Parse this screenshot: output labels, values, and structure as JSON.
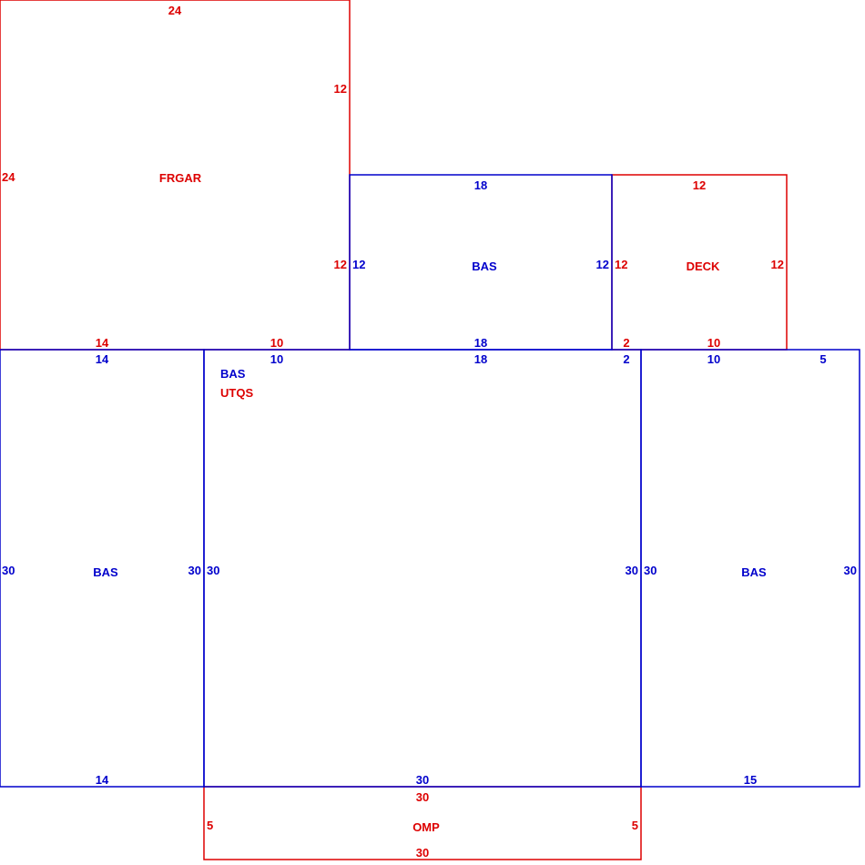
{
  "colors": {
    "living": "#0000cc",
    "other": "#dd0000"
  },
  "areas": [
    {
      "code": "FRGAR",
      "kind": "other",
      "dimensions": [
        {
          "id": "frgar-top",
          "value": "24"
        },
        {
          "id": "frgar-right-upper",
          "value": "12"
        },
        {
          "id": "frgar-left",
          "value": "24"
        },
        {
          "id": "frgar-right-lower",
          "value": "12"
        },
        {
          "id": "frgar-bottom-left",
          "value": "14"
        },
        {
          "id": "frgar-bottom-right",
          "value": "10"
        }
      ]
    },
    {
      "code": "BAS",
      "kind": "living",
      "dimensions": [
        {
          "id": "bas-top-top",
          "value": "18"
        },
        {
          "id": "bas-top-left",
          "value": "12"
        },
        {
          "id": "bas-top-right",
          "value": "12"
        },
        {
          "id": "bas-top-bottom",
          "value": "18"
        }
      ]
    },
    {
      "code": "DECK",
      "kind": "other",
      "dimensions": [
        {
          "id": "deck-top",
          "value": "12"
        },
        {
          "id": "deck-left",
          "value": "12"
        },
        {
          "id": "deck-right",
          "value": "12"
        },
        {
          "id": "deck-bottom-left",
          "value": "2"
        },
        {
          "id": "deck-bottom-right",
          "value": "10"
        }
      ]
    },
    {
      "code": "BAS",
      "kind": "living",
      "dimensions": [
        {
          "id": "bas-left-top",
          "value": "14"
        },
        {
          "id": "bas-left-left",
          "value": "30"
        },
        {
          "id": "bas-left-right",
          "value": "30"
        },
        {
          "id": "bas-left-bottom",
          "value": "14"
        }
      ]
    },
    {
      "code": "BAS",
      "secondary_code": "UTQS",
      "kind": "living",
      "dimensions": [
        {
          "id": "bas-center-top-left",
          "value": "10"
        },
        {
          "id": "bas-center-top-mid",
          "value": "18"
        },
        {
          "id": "bas-center-top-right",
          "value": "2"
        },
        {
          "id": "bas-center-left",
          "value": "30"
        },
        {
          "id": "bas-center-right",
          "value": "30"
        },
        {
          "id": "bas-center-bottom",
          "value": "30"
        }
      ]
    },
    {
      "code": "BAS",
      "kind": "living",
      "dimensions": [
        {
          "id": "bas-right-top-left",
          "value": "10"
        },
        {
          "id": "bas-right-top-right",
          "value": "5"
        },
        {
          "id": "bas-right-left",
          "value": "30"
        },
        {
          "id": "bas-right-right",
          "value": "30"
        },
        {
          "id": "bas-right-bottom",
          "value": "15"
        }
      ]
    },
    {
      "code": "OMP",
      "kind": "other",
      "dimensions": [
        {
          "id": "omp-top",
          "value": "30"
        },
        {
          "id": "omp-left",
          "value": "5"
        },
        {
          "id": "omp-right",
          "value": "5"
        },
        {
          "id": "omp-bottom",
          "value": "30"
        }
      ]
    }
  ]
}
